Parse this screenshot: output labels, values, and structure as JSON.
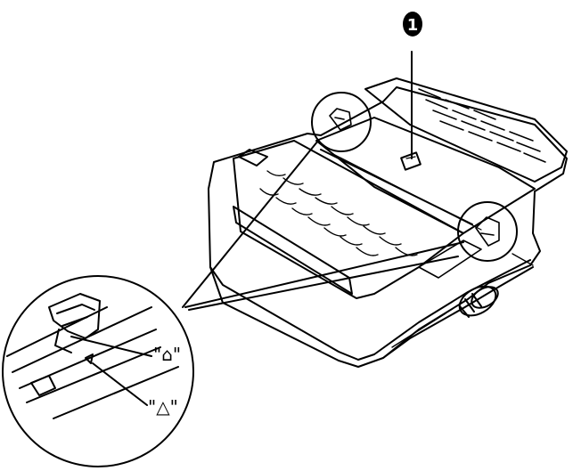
{
  "diagram": {
    "callouts": [
      {
        "label": "1"
      }
    ],
    "detail_labels": [
      {
        "text": "\"⌂\""
      },
      {
        "text": "\"△\""
      }
    ],
    "colors": {
      "ink": "#000000",
      "paper": "#ffffff"
    },
    "icons": [
      "printer-illustration",
      "magnifier-circle",
      "paper-guide-icon",
      "arrow-icon"
    ]
  }
}
